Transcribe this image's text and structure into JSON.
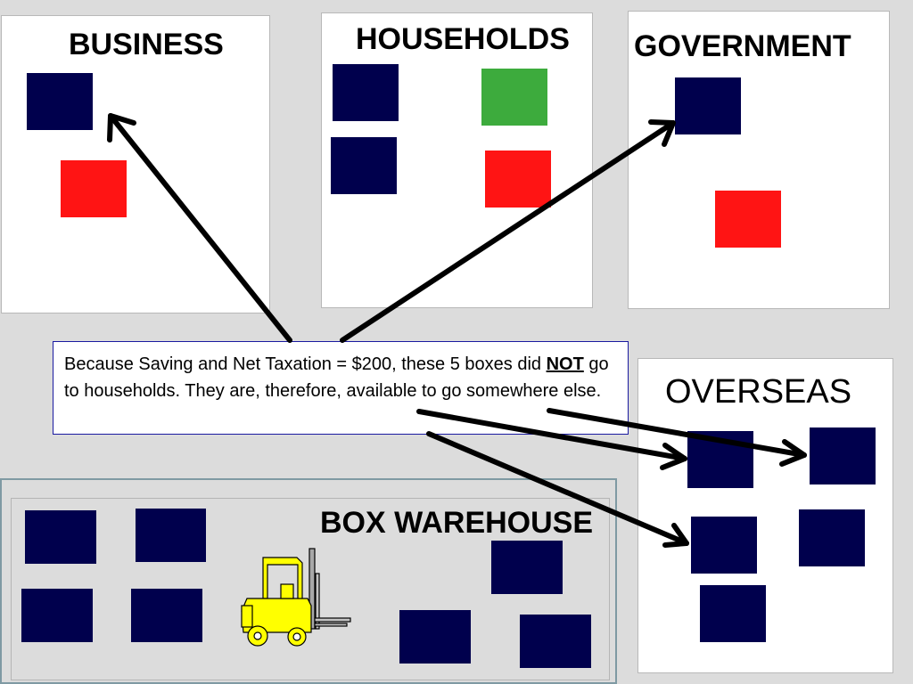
{
  "sectors": {
    "business": {
      "title": "BUSINESS"
    },
    "households": {
      "title": "HOUSEHOLDS"
    },
    "government": {
      "title": "GOVERNMENT"
    },
    "overseas": {
      "title": "OVERSEAS"
    }
  },
  "warehouse": {
    "title": "BOX WAREHOUSE"
  },
  "note": {
    "text_before": "Because Saving and Net Taxation = $200, these 5 boxes did ",
    "emphasis": "NOT",
    "text_after": " go to households.  They are, therefore, available to go somewhere else."
  },
  "colors": {
    "navy_box": "#00004d",
    "red_box": "#ff1414",
    "green_box": "#3dab3d",
    "forklift": "#ffff00",
    "background": "#dcdcdc"
  },
  "icons": [
    "forklift-icon",
    "arrow-icon"
  ]
}
